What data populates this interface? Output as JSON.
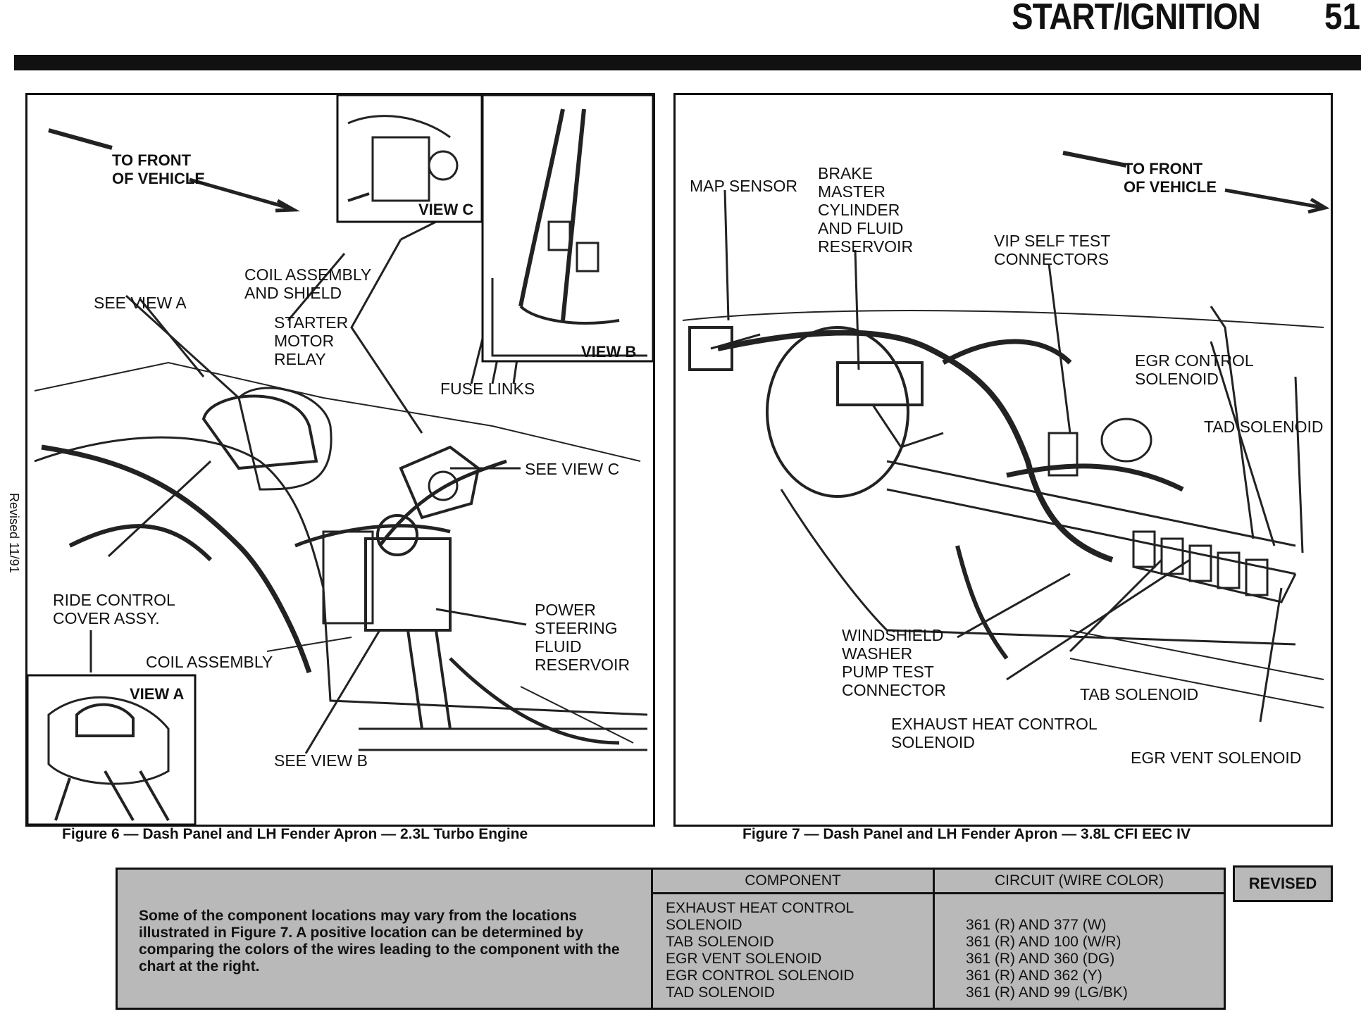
{
  "header": {
    "title": "START/IGNITION",
    "page_number": "51"
  },
  "side_note": "Revised 11/91",
  "figure6": {
    "caption": "Figure 6 — Dash Panel and LH Fender Apron — 2.3L Turbo Engine",
    "labels": {
      "to_front": "TO FRONT\nOF VEHICLE",
      "view_c": "VIEW C",
      "view_b": "VIEW B",
      "view_a": "VIEW A",
      "coil_assembly_shield": "COIL ASSEMBLY\nAND SHIELD",
      "see_view_a": "SEE VIEW A",
      "starter_motor_relay": "STARTER\nMOTOR\nRELAY",
      "fuse_links": "FUSE LINKS",
      "see_view_c": "SEE VIEW C",
      "ride_control": "RIDE CONTROL\nCOVER ASSY.",
      "coil_assembly": "COIL ASSEMBLY",
      "power_steering": "POWER\nSTEERING\nFLUID\nRESERVOIR",
      "see_view_b": "SEE VIEW B"
    }
  },
  "figure7": {
    "caption": "Figure 7 — Dash Panel and LH Fender Apron — 3.8L CFI EEC IV",
    "labels": {
      "map_sensor": "MAP SENSOR",
      "brake_master": "BRAKE\nMASTER\nCYLINDER\nAND FLUID\nRESERVOIR",
      "to_front": "TO FRONT\nOF VEHICLE",
      "vip_self_test": "VIP SELF TEST\nCONNECTORS",
      "egr_control": "EGR CONTROL\nSOLENOID",
      "tad_solenoid": "TAD SOLENOID",
      "windshield_washer": "WINDSHIELD\nWASHER\nPUMP TEST\nCONNECTOR",
      "tab_solenoid": "TAB SOLENOID",
      "exhaust_heat": "EXHAUST HEAT CONTROL\nSOLENOID",
      "egr_vent": "EGR VENT SOLENOID"
    }
  },
  "chart": {
    "note": "Some of the component locations may vary from the locations illustrated in Figure 7. A positive location can be determined by comparing the colors of the wires leading to the component with the chart at the right.",
    "headers": {
      "component": "COMPONENT",
      "circuit": "CIRCUIT (WIRE COLOR)"
    },
    "rows": [
      {
        "component": "EXHAUST HEAT CONTROL",
        "circuit": ""
      },
      {
        "component": "  SOLENOID",
        "circuit": "361 (R) AND 377 (W)"
      },
      {
        "component": "TAB SOLENOID",
        "circuit": "361 (R) AND 100 (W/R)"
      },
      {
        "component": "EGR VENT SOLENOID",
        "circuit": "361 (R) AND 360 (DG)"
      },
      {
        "component": "EGR CONTROL SOLENOID",
        "circuit": "361 (R) AND 362 (Y)"
      },
      {
        "component": "TAD SOLENOID",
        "circuit": "361 (R) AND 99 (LG/BK)"
      }
    ],
    "revised_label": "REVISED"
  }
}
